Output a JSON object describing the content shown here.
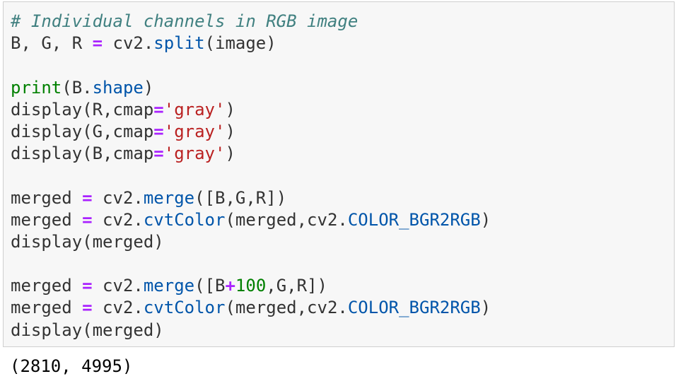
{
  "code_cell": {
    "lines": [
      [
        {
          "t": "# Individual channels in RGB image",
          "k": "c"
        }
      ],
      [
        {
          "t": "B, G, R ",
          "k": ""
        },
        {
          "t": "=",
          "k": "o"
        },
        {
          "t": " cv2.",
          "k": ""
        },
        {
          "t": "split",
          "k": "a"
        },
        {
          "t": "(image)",
          "k": ""
        }
      ],
      [],
      [
        {
          "t": "print",
          "k": "f"
        },
        {
          "t": "(B.",
          "k": ""
        },
        {
          "t": "shape",
          "k": "a"
        },
        {
          "t": ")",
          "k": ""
        }
      ],
      [
        {
          "t": "display(R,cmap",
          "k": ""
        },
        {
          "t": "=",
          "k": "o"
        },
        {
          "t": "'gray'",
          "k": "s"
        },
        {
          "t": ")",
          "k": ""
        }
      ],
      [
        {
          "t": "display(G,cmap",
          "k": ""
        },
        {
          "t": "=",
          "k": "o"
        },
        {
          "t": "'gray'",
          "k": "s"
        },
        {
          "t": ")",
          "k": ""
        }
      ],
      [
        {
          "t": "display(B,cmap",
          "k": ""
        },
        {
          "t": "=",
          "k": "o"
        },
        {
          "t": "'gray'",
          "k": "s"
        },
        {
          "t": ")",
          "k": ""
        }
      ],
      [],
      [
        {
          "t": "merged ",
          "k": ""
        },
        {
          "t": "=",
          "k": "o"
        },
        {
          "t": " cv2.",
          "k": ""
        },
        {
          "t": "merge",
          "k": "a"
        },
        {
          "t": "([B,G,R])",
          "k": ""
        }
      ],
      [
        {
          "t": "merged ",
          "k": ""
        },
        {
          "t": "=",
          "k": "o"
        },
        {
          "t": " cv2.",
          "k": ""
        },
        {
          "t": "cvtColor",
          "k": "a"
        },
        {
          "t": "(merged,cv2.",
          "k": ""
        },
        {
          "t": "COLOR_BGR2RGB",
          "k": "a"
        },
        {
          "t": ")",
          "k": ""
        }
      ],
      [
        {
          "t": "display(merged)",
          "k": ""
        }
      ],
      [],
      [
        {
          "t": "merged ",
          "k": ""
        },
        {
          "t": "=",
          "k": "o"
        },
        {
          "t": " cv2.",
          "k": ""
        },
        {
          "t": "merge",
          "k": "a"
        },
        {
          "t": "([B",
          "k": ""
        },
        {
          "t": "+",
          "k": "o"
        },
        {
          "t": "100",
          "k": "f"
        },
        {
          "t": ",G,R])",
          "k": ""
        }
      ],
      [
        {
          "t": "merged ",
          "k": ""
        },
        {
          "t": "=",
          "k": "o"
        },
        {
          "t": " cv2.",
          "k": ""
        },
        {
          "t": "cvtColor",
          "k": "a"
        },
        {
          "t": "(merged,cv2.",
          "k": ""
        },
        {
          "t": "COLOR_BGR2RGB",
          "k": "a"
        },
        {
          "t": ")",
          "k": ""
        }
      ],
      [
        {
          "t": "display(merged)",
          "k": ""
        }
      ]
    ]
  },
  "output_cell": {
    "text": "(2810, 4995)"
  },
  "colors": {
    "cell_background": "#f7f7f7",
    "cell_border": "#cfcfcf",
    "comment": "#408080",
    "operator": "#aa22ff",
    "string": "#ba2121",
    "builtin": "#008000",
    "attribute": "#0055aa"
  }
}
